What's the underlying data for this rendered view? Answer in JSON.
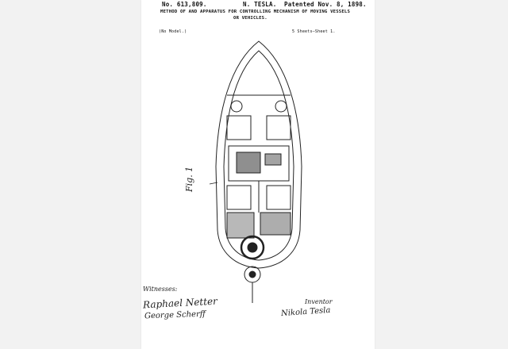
{
  "patent": {
    "number": "No. 613,809.",
    "inventor": "N. TESLA.",
    "date": "Patented Nov. 8, 1898.",
    "title_line1": "METHOD OF AND APPARATUS FOR CONTROLLING MECHANISM OF MOVING VESSELS",
    "title_line2": "OR VEHICLES.",
    "model_note": "(No Model.)",
    "sheet_note": "5 Sheets—Sheet 1."
  },
  "figure": {
    "label": "Fig. 1"
  },
  "witnesses": {
    "label": "Witnesses:",
    "signature_1": "Raphael Netter",
    "signature_2": "George Scherff"
  },
  "inventor_block": {
    "label": "Inventor",
    "signature": "Nikola Tesla"
  }
}
